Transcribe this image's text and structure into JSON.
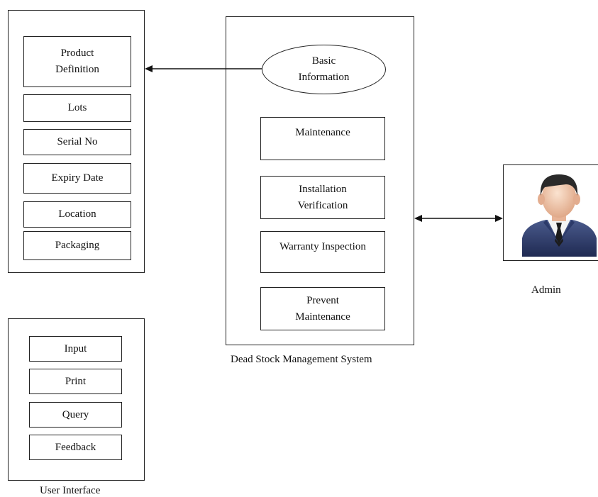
{
  "product_panel": {
    "items": [
      "Product\nDefinition",
      "Lots",
      "Serial No",
      "Expiry Date",
      "Location",
      "Packaging"
    ]
  },
  "system": {
    "caption": "Dead Stock Management System",
    "basic_info": "Basic\nInformation",
    "modules": [
      "Maintenance",
      "Installation\nVerification",
      "Warranty Inspection",
      "Prevent\nMaintenance"
    ]
  },
  "admin": {
    "caption": "Admin",
    "icon": "admin-user-icon"
  },
  "user_interface": {
    "caption": "User Interface",
    "items": [
      "Input",
      "Print",
      "Query",
      "Feedback"
    ]
  }
}
